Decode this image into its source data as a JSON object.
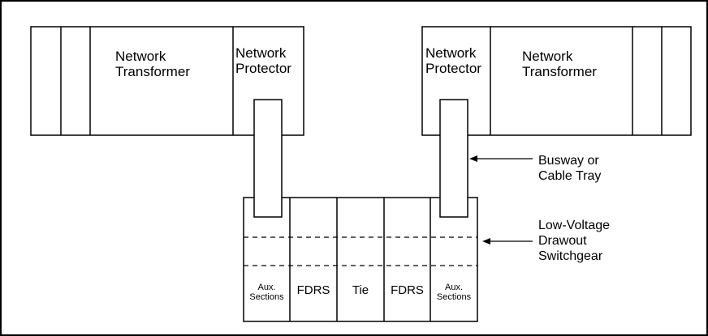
{
  "left_unit": {
    "transformer_label": [
      "Network",
      "Transformer"
    ],
    "protector_label": [
      "Network",
      "Protector"
    ]
  },
  "right_unit": {
    "protector_label": [
      "Network",
      "Protector"
    ],
    "transformer_label": [
      "Network",
      "Transformer"
    ]
  },
  "callouts": {
    "busway": [
      "Busway or",
      "Cable Tray"
    ],
    "switchgear": [
      "Low-Voltage",
      "Drawout",
      "Switchgear"
    ]
  },
  "switchgear_sections": [
    {
      "lines": [
        "Aux.",
        "Sections"
      ],
      "small": true
    },
    {
      "lines": [
        "FDRS"
      ],
      "small": false
    },
    {
      "lines": [
        "Tie"
      ],
      "small": false
    },
    {
      "lines": [
        "FDRS"
      ],
      "small": false
    },
    {
      "lines": [
        "Aux.",
        "Sections"
      ],
      "small": true
    }
  ]
}
